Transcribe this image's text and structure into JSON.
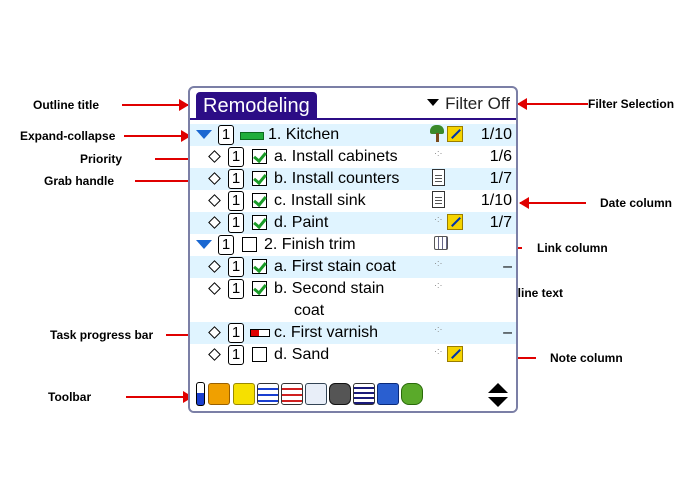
{
  "annotations": {
    "outline_title": "Outline title",
    "expand_collapse": "Expand-collapse",
    "priority": "Priority",
    "grab_handle": "Grab handle",
    "task_progress_bar": "Task progress bar",
    "toolbar": "Toolbar",
    "filter_selection": "Filter Selection",
    "date_column": "Date column",
    "link_column": "Link column",
    "outline_text": "Outline text",
    "note_column": "Note column"
  },
  "app": {
    "title": "Remodeling",
    "filter": "Filter Off"
  },
  "rows": [
    {
      "priority": "1",
      "text": "1. Kitchen",
      "value": "1/10",
      "completed": null,
      "progress": 1.0
    },
    {
      "priority": "1",
      "text": "a. Install cabinets",
      "value": "1/6",
      "completed": true
    },
    {
      "priority": "1",
      "text": "b. Install counters",
      "value": "1/7",
      "completed": true
    },
    {
      "priority": "1",
      "text": "c. Install sink",
      "value": "1/10",
      "completed": true
    },
    {
      "priority": "1",
      "text": "d. Paint",
      "value": "1/7",
      "completed": true
    },
    {
      "priority": "1",
      "text": "2. Finish trim",
      "value": "",
      "completed": false
    },
    {
      "priority": "1",
      "text": "a. First stain coat",
      "value": "–",
      "completed": true
    },
    {
      "priority": "1",
      "text": "b. Second stain",
      "text2": "coat",
      "value": "",
      "completed": true
    },
    {
      "priority": "1",
      "text": "c. First varnish",
      "value": "–",
      "completed": null,
      "progress": 0.4
    },
    {
      "priority": "1",
      "text": "d. Sand",
      "value": "",
      "completed": false
    }
  ],
  "toolbar": {
    "icons": [
      "view-toggle-icon",
      "home-icon",
      "export-icon",
      "outline-expand-icon",
      "outline-collapse-icon",
      "document-icon",
      "binoculars-icon",
      "filter-list-icon",
      "windows-icon",
      "tools-icon",
      "scroll-icon"
    ]
  }
}
